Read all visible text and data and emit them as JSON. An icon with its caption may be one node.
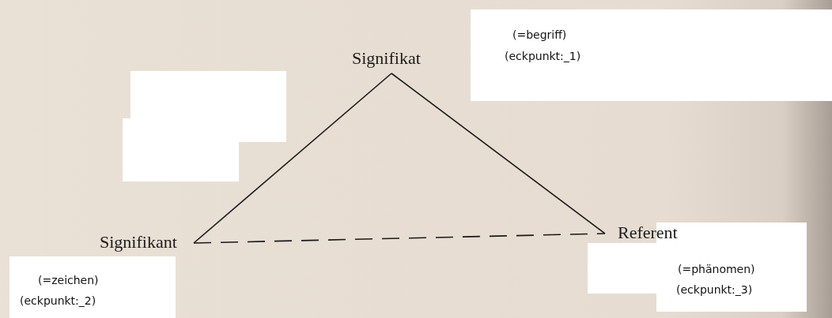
{
  "diagram": {
    "nodes": [
      {
        "text": [
          "Signifikat"
        ],
        "beside": [
          "(=begriff)",
          "(eckpunkt:_1)"
        ]
      },
      {
        "text": [
          "Signifikant"
        ],
        "beside": [
          "(=zeichen)",
          "(eckpunkt:_2)"
        ]
      },
      {
        "text": [
          "Referent"
        ],
        "beside": [
          "(=phänomen)",
          "(eckpunkt:_3)"
        ]
      }
    ],
    "edges": [
      {
        "from": 0,
        "to": 1,
        "arrow": "none"
      },
      {
        "from": 0,
        "to": 2,
        "arrow": "none"
      },
      {
        "from": 1,
        "to": 2,
        "arrow": "none",
        "style": "dashed"
      }
    ]
  }
}
